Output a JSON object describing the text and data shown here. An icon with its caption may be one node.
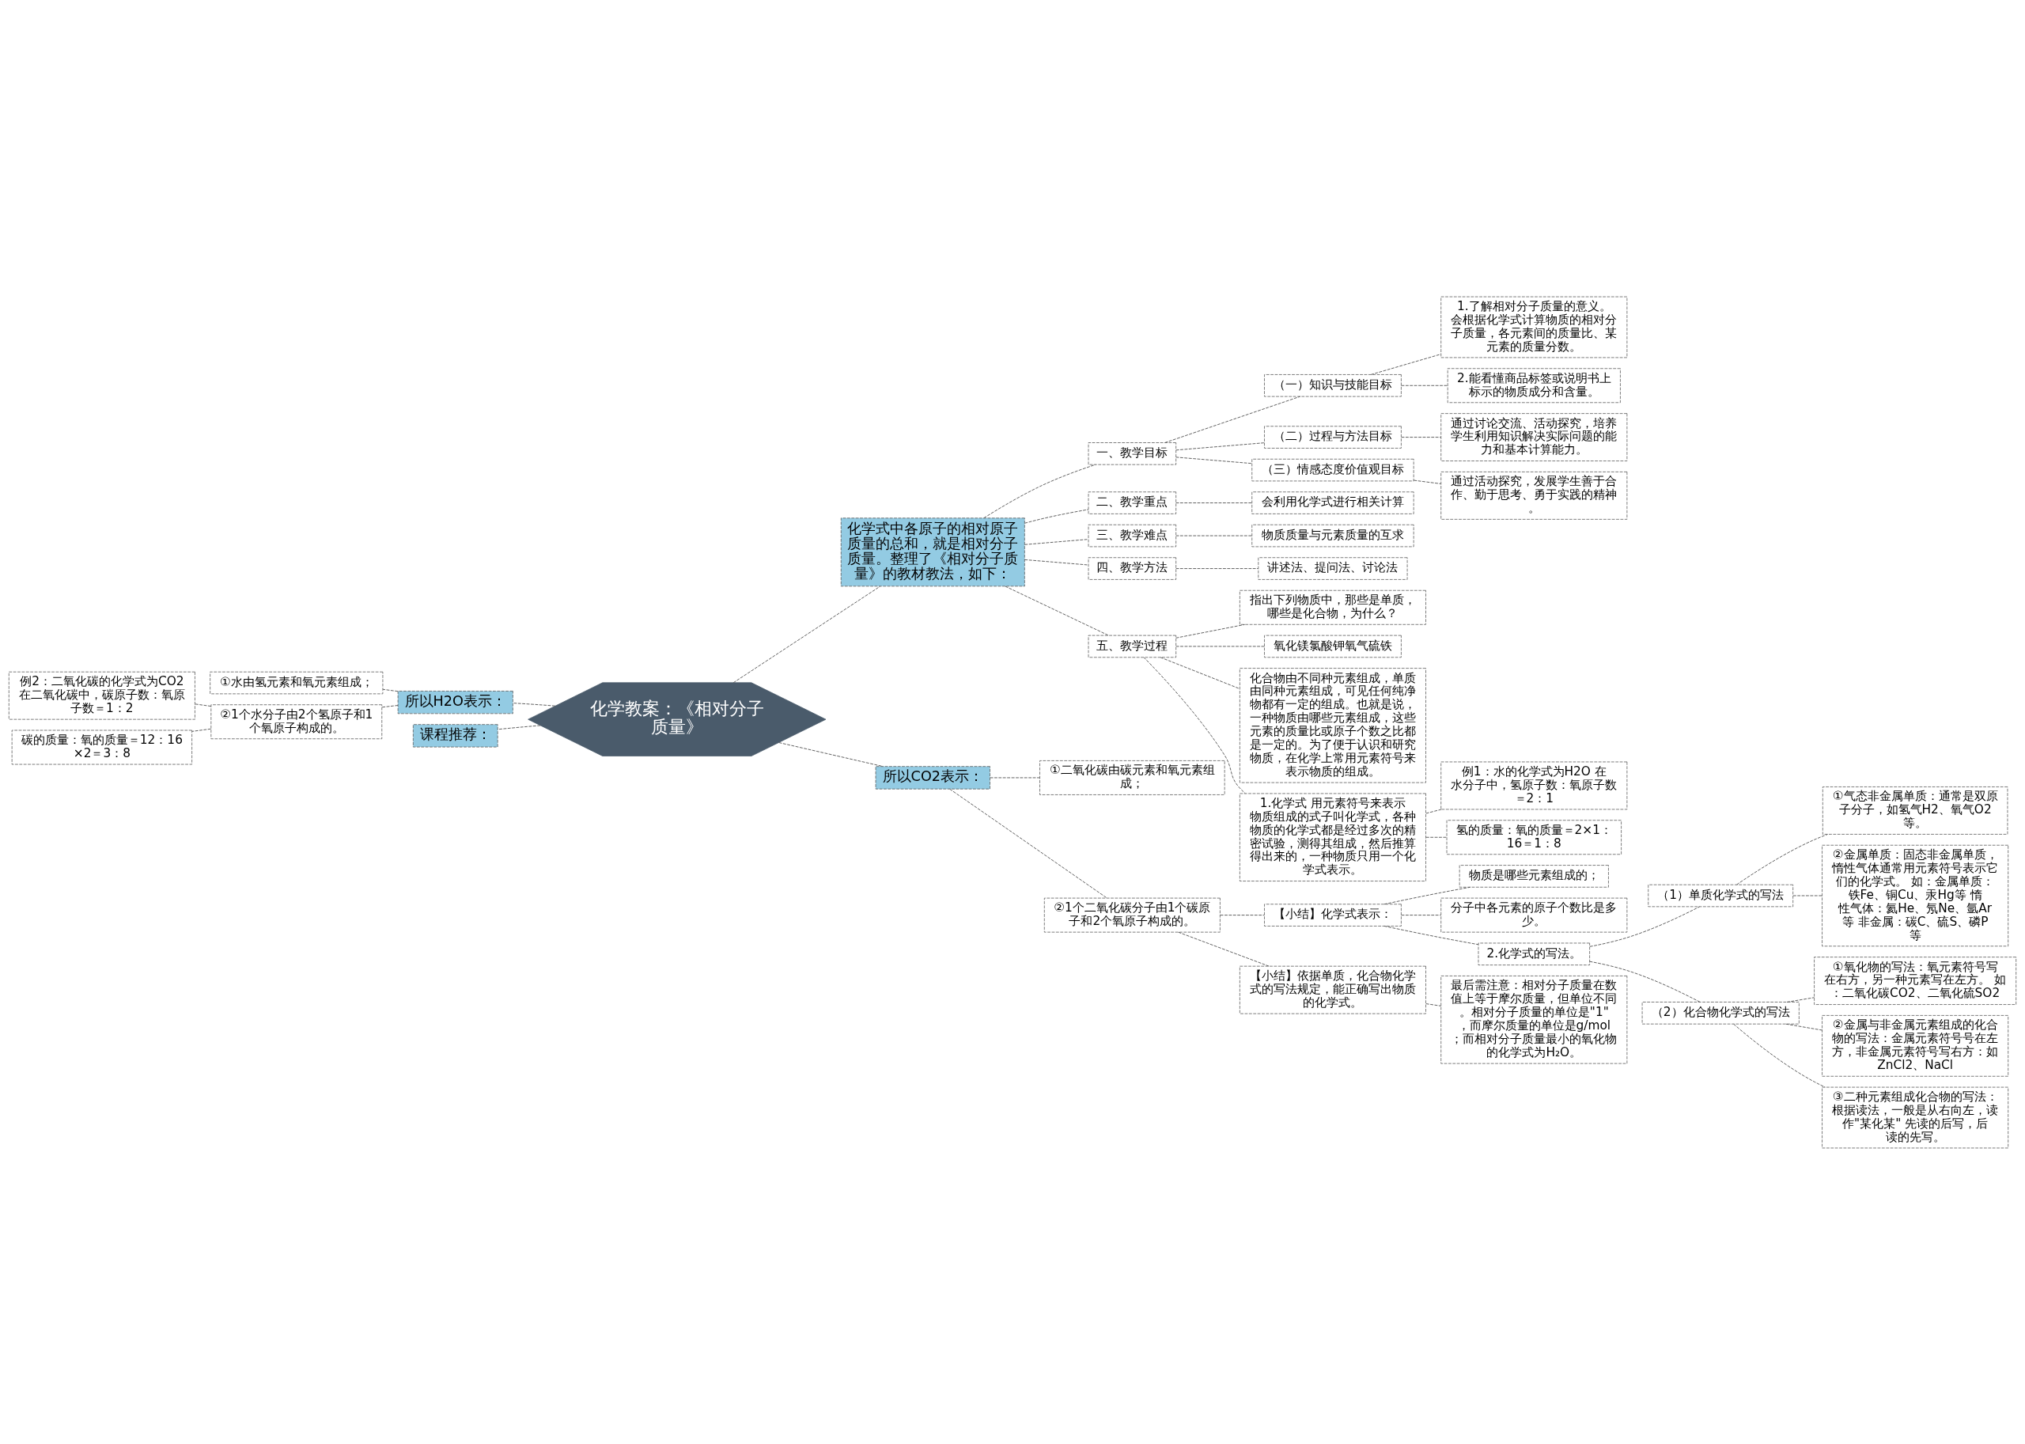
{
  "diagram": {
    "nodes": [
      {
        "text": [
          "化学教案：《相对分子质量》"
        ]
      },
      {
        "text": [
          "所以H2O表示："
        ]
      },
      {
        "text": [
          "①水由氢元素和氧元素组成；"
        ]
      },
      {
        "text": [
          "②1个水分子由2个氢原子和1个氧原子构成的。"
        ]
      },
      {
        "text": [
          "例2：二氧化碳的化学式为CO2在二氧化碳中，碳原子数：氧原子数＝1：2"
        ]
      },
      {
        "text": [
          "碳的质量：氧的质量＝12：16×2＝3：8"
        ]
      },
      {
        "text": [
          "课程推荐："
        ]
      },
      {
        "text": [
          "化学式中各原子的相对原子质量的总和，就是相对分子质量。整理了《相对分子质量》的教材教法，如下："
        ]
      },
      {
        "text": [
          "一、教学目标"
        ]
      },
      {
        "text": [
          "（一）知识与技能目标"
        ]
      },
      {
        "text": [
          "1.了解相对分子质量的意义。会根据化学式计算物质的相对分子质量，各元素间的质量比、某元素的质量分数。"
        ]
      },
      {
        "text": [
          "2.能看懂商品标签或说明书上标示的物质成分和含量。"
        ]
      },
      {
        "text": [
          "（二）过程与方法目标"
        ]
      },
      {
        "text": [
          "通过讨论交流、活动探究，培养学生利用知识解决实际问题的能力和基本计算能力。"
        ]
      },
      {
        "text": [
          "（三）情感态度价值观目标"
        ]
      },
      {
        "text": [
          "通过活动探究，发展学生善于合作、勤于思考、勇于实践的精神。"
        ]
      },
      {
        "text": [
          "二、教学重点"
        ]
      },
      {
        "text": [
          "会利用化学式进行相关计算"
        ]
      },
      {
        "text": [
          "三、教学难点"
        ]
      },
      {
        "text": [
          "物质质量与元素质量的互求"
        ]
      },
      {
        "text": [
          "四、教学方法"
        ]
      },
      {
        "text": [
          "讲述法、提问法、讨论法"
        ]
      },
      {
        "text": [
          "五、教学过程"
        ]
      },
      {
        "text": [
          "指出下列物质中，那些是单质，哪些是化合物，为什么？"
        ]
      },
      {
        "text": [
          "氧化镁氯酸钾氧气硫铁"
        ]
      },
      {
        "text": [
          "化合物由不同种元素组成，单质由同种元素组成，可见任何纯净物都有一定的组成。也就是说，一种物质由哪些元素组成，这些元素的质量比或原子个数之比都是一定的。为了便于认识和研究物质，在化学上常用元素符号来表示物质的组成。"
        ]
      },
      {
        "text": [
          "1.化学式 用元素符号来表示物质组成的式子叫化学式，各种物质的化学式都是经过多次的精密试验，测得其组成，然后推算得出来的，一种物质只用一个化学式表示。"
        ]
      },
      {
        "text": [
          "例1：水的化学式为H2O 在水分子中，氢原子数：氧原子数＝2：1"
        ]
      },
      {
        "text": [
          "氢的质量：氧的质量＝2×1：16＝1：8"
        ]
      },
      {
        "text": [
          "所以CO2表示："
        ]
      },
      {
        "text": [
          "①二氧化碳由碳元素和氧元素组成；"
        ]
      },
      {
        "text": [
          "②1个二氧化碳分子由1个碳原子和2个氧原子构成的。"
        ]
      },
      {
        "text": [
          "【小结】化学式表示："
        ]
      },
      {
        "text": [
          "物质是哪些元素组成的；"
        ]
      },
      {
        "text": [
          "分子中各元素的原子个数比是多少。"
        ]
      },
      {
        "text": [
          "2.化学式的写法。"
        ]
      },
      {
        "text": [
          "（1）单质化学式的写法"
        ]
      },
      {
        "text": [
          "①气态非金属单质：通常是双原子分子，如氢气H2、氧气O2等。"
        ]
      },
      {
        "text": [
          "②金属单质：固态非金属单质，惰性气体通常用元素符号表示它们的化学式。 如：金属单质：铁Fe、铜Cu、汞Hg等 惰性气体：氦He、氖Ne、氩Ar等 非金属：碳C、硫S、磷P等"
        ]
      },
      {
        "text": [
          "（2）化合物化学式的写法"
        ]
      },
      {
        "text": [
          "①氧化物的写法：氧元素符号写在右方，另一种元素写在左方。 如：二氧化碳CO2、二氧化硫SO2"
        ]
      },
      {
        "text": [
          "②金属与非金属元素组成的化合物的写法：金属元素符号号在左方，非金属元素符号写右方：如ZnCl2、NaCl"
        ]
      },
      {
        "text": [
          "③二种元素组成化合物的写法：根据读法，一般是从右向左，读作\"某化某\" 先读的后写，后读的先写。"
        ]
      },
      {
        "text": [
          "【小结】依据单质，化合物化学式的写法规定，能正确写出物质的化学式。"
        ]
      },
      {
        "text": [
          "最后需注意：相对分子质量在数值上等于摩尔质量，但单位不同。相对分子质量的单位是\"1\"，而摩尔质量的单位是g/mol；而相对分子质量最小的氧化物的化学式为H₂O。"
        ]
      }
    ],
    "edges": [
      {
        "from": 0,
        "to": 1,
        "arrow": "none"
      },
      {
        "from": 1,
        "to": 2,
        "arrow": "none"
      },
      {
        "from": 1,
        "to": 3,
        "arrow": "none"
      },
      {
        "from": 3,
        "to": 4,
        "arrow": "none"
      },
      {
        "from": 3,
        "to": 5,
        "arrow": "none"
      },
      {
        "from": 0,
        "to": 6,
        "arrow": "none"
      },
      {
        "from": 0,
        "to": 7,
        "arrow": "none"
      },
      {
        "from": 7,
        "to": 8,
        "arrow": "none"
      },
      {
        "from": 8,
        "to": 9,
        "arrow": "none"
      },
      {
        "from": 9,
        "to": 10,
        "arrow": "none"
      },
      {
        "from": 9,
        "to": 11,
        "arrow": "none"
      },
      {
        "from": 8,
        "to": 12,
        "arrow": "none"
      },
      {
        "from": 12,
        "to": 13,
        "arrow": "none"
      },
      {
        "from": 8,
        "to": 14,
        "arrow": "none"
      },
      {
        "from": 14,
        "to": 15,
        "arrow": "none"
      },
      {
        "from": 7,
        "to": 16,
        "arrow": "none"
      },
      {
        "from": 16,
        "to": 17,
        "arrow": "none"
      },
      {
        "from": 7,
        "to": 18,
        "arrow": "none"
      },
      {
        "from": 18,
        "to": 19,
        "arrow": "none"
      },
      {
        "from": 7,
        "to": 20,
        "arrow": "none"
      },
      {
        "from": 20,
        "to": 21,
        "arrow": "none"
      },
      {
        "from": 7,
        "to": 22,
        "arrow": "none"
      },
      {
        "from": 22,
        "to": 23,
        "arrow": "none"
      },
      {
        "from": 22,
        "to": 24,
        "arrow": "none"
      },
      {
        "from": 22,
        "to": 25,
        "arrow": "none"
      },
      {
        "from": 22,
        "to": 26,
        "arrow": "none"
      },
      {
        "from": 26,
        "to": 27,
        "arrow": "none"
      },
      {
        "from": 26,
        "to": 28,
        "arrow": "none"
      },
      {
        "from": 0,
        "to": 29,
        "arrow": "none"
      },
      {
        "from": 29,
        "to": 30,
        "arrow": "none"
      },
      {
        "from": 29,
        "to": 31,
        "arrow": "none"
      },
      {
        "from": 31,
        "to": 32,
        "arrow": "none"
      },
      {
        "from": 32,
        "to": 33,
        "arrow": "none"
      },
      {
        "from": 32,
        "to": 34,
        "arrow": "none"
      },
      {
        "from": 32,
        "to": 35,
        "arrow": "none"
      },
      {
        "from": 35,
        "to": 36,
        "arrow": "none"
      },
      {
        "from": 36,
        "to": 37,
        "arrow": "none"
      },
      {
        "from": 36,
        "to": 38,
        "arrow": "none"
      },
      {
        "from": 35,
        "to": 39,
        "arrow": "none"
      },
      {
        "from": 39,
        "to": 40,
        "arrow": "none"
      },
      {
        "from": 39,
        "to": 41,
        "arrow": "none"
      },
      {
        "from": 39,
        "to": 42,
        "arrow": "none"
      },
      {
        "from": 31,
        "to": 43,
        "arrow": "none"
      },
      {
        "from": 43,
        "to": 44,
        "arrow": "none"
      }
    ]
  }
}
